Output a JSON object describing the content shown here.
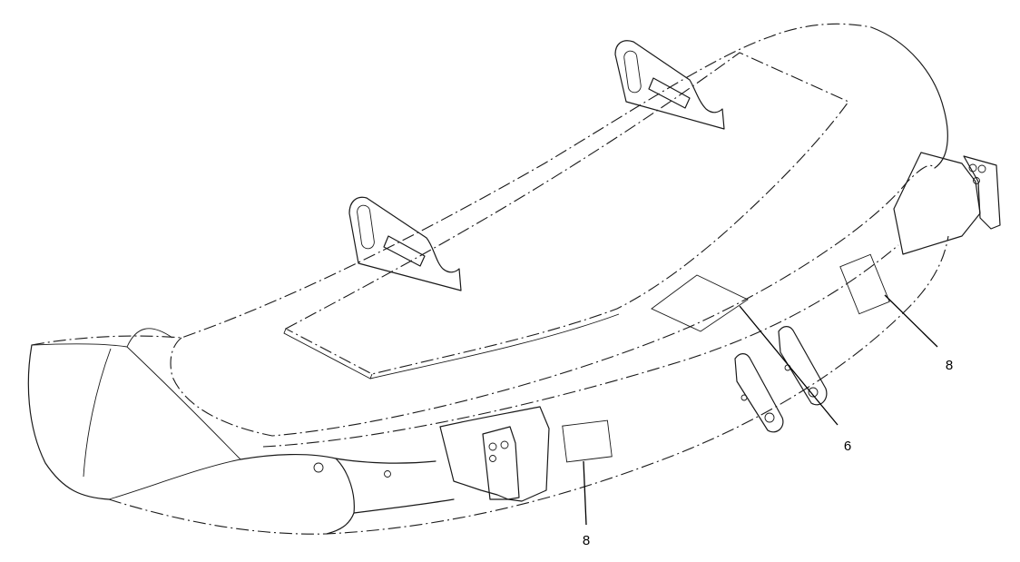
{
  "callouts": [
    {
      "label": "6"
    },
    {
      "label": "8"
    },
    {
      "label": "8"
    }
  ]
}
